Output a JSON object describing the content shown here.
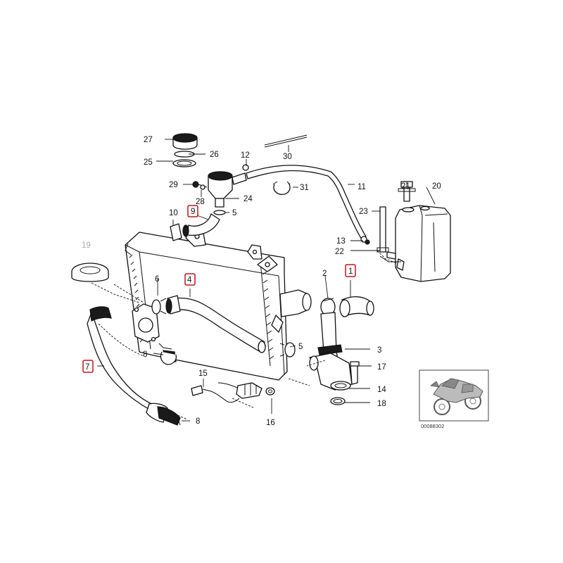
{
  "callouts": [
    {
      "id": "27",
      "text": "27",
      "highlighted": false
    },
    {
      "id": "26",
      "text": "26",
      "highlighted": false
    },
    {
      "id": "25",
      "text": "25",
      "highlighted": false
    },
    {
      "id": "12",
      "text": "12",
      "highlighted": false
    },
    {
      "id": "30",
      "text": "30",
      "highlighted": false
    },
    {
      "id": "29",
      "text": "29",
      "highlighted": false
    },
    {
      "id": "28",
      "text": "28",
      "highlighted": false
    },
    {
      "id": "24",
      "text": "24",
      "highlighted": false
    },
    {
      "id": "31",
      "text": "31",
      "highlighted": false
    },
    {
      "id": "11",
      "text": "11",
      "highlighted": false
    },
    {
      "id": "21",
      "text": "21",
      "highlighted": false
    },
    {
      "id": "20",
      "text": "20",
      "highlighted": false
    },
    {
      "id": "10",
      "text": "10",
      "highlighted": false
    },
    {
      "id": "9",
      "text": "9",
      "highlighted": true
    },
    {
      "id": "5a",
      "text": "5",
      "highlighted": false
    },
    {
      "id": "23",
      "text": "23",
      "highlighted": false
    },
    {
      "id": "13",
      "text": "13",
      "highlighted": false
    },
    {
      "id": "22",
      "text": "22",
      "highlighted": false
    },
    {
      "id": "19",
      "text": "19",
      "highlighted": false,
      "muted": true
    },
    {
      "id": "6",
      "text": "6",
      "highlighted": false
    },
    {
      "id": "4",
      "text": "4",
      "highlighted": true
    },
    {
      "id": "2",
      "text": "2",
      "highlighted": false
    },
    {
      "id": "1",
      "text": "1",
      "highlighted": true
    },
    {
      "id": "8a",
      "text": "8",
      "highlighted": false
    },
    {
      "id": "5b",
      "text": "5",
      "highlighted": false
    },
    {
      "id": "3",
      "text": "3",
      "highlighted": false
    },
    {
      "id": "7",
      "text": "7",
      "highlighted": true
    },
    {
      "id": "17",
      "text": "17",
      "highlighted": false
    },
    {
      "id": "15",
      "text": "15",
      "highlighted": false
    },
    {
      "id": "14",
      "text": "14",
      "highlighted": false
    },
    {
      "id": "18",
      "text": "18",
      "highlighted": false
    },
    {
      "id": "8b",
      "text": "8",
      "highlighted": false
    },
    {
      "id": "16",
      "text": "16",
      "highlighted": false
    }
  ],
  "thumbnail": {
    "code": "00088302",
    "subject": "motorcycle-icon"
  },
  "colors": {
    "highlight": "#c0141c",
    "line": "#111111",
    "muted": "#aaaaaa"
  }
}
